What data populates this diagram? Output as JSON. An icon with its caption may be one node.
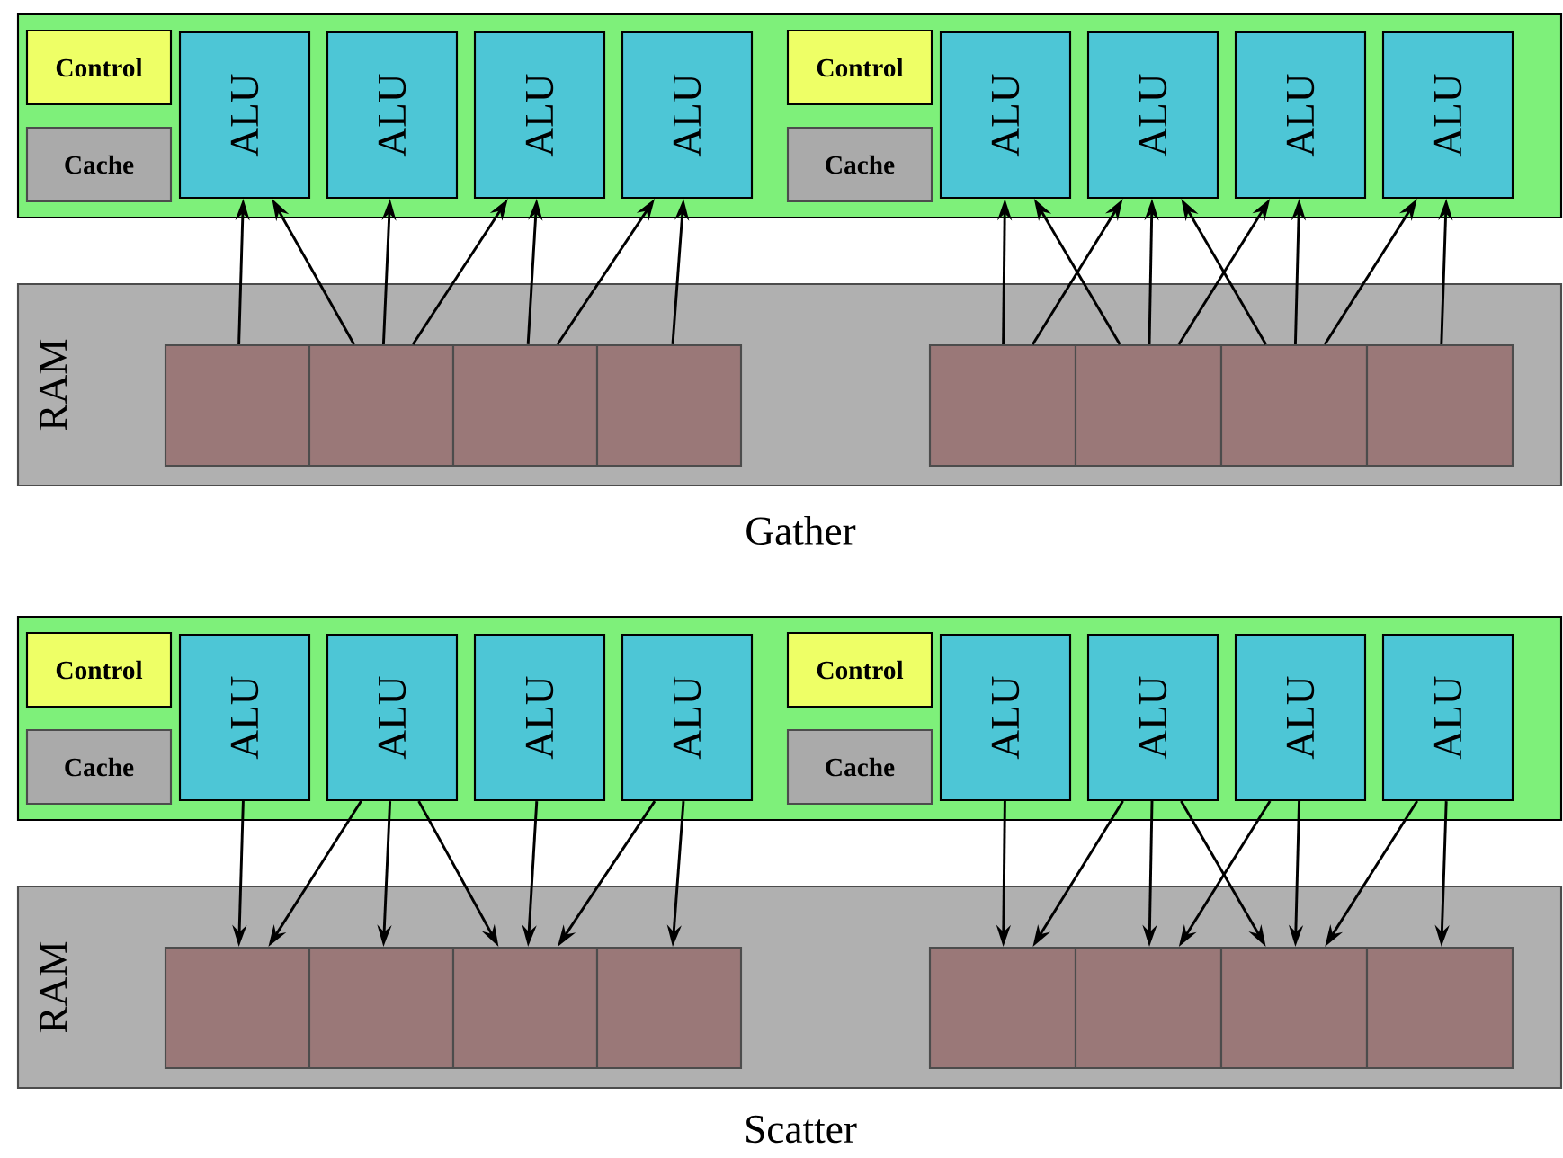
{
  "diagram": {
    "nodes": [
      {
        "text": [],
        "shape": "box"
      },
      {
        "text": [
          "Control"
        ],
        "in": 0
      },
      {
        "text": [
          "Cache"
        ],
        "in": 0
      },
      {
        "text": [
          "ALU"
        ],
        "in": 0
      },
      {
        "text": [
          "ALU"
        ],
        "in": 0
      },
      {
        "text": [
          "ALU"
        ],
        "in": 0
      },
      {
        "text": [
          "ALU"
        ],
        "in": 0
      },
      {
        "text": [
          "Control"
        ],
        "in": 0
      },
      {
        "text": [
          "Cache"
        ],
        "in": 0
      },
      {
        "text": [
          "ALU"
        ],
        "in": 0
      },
      {
        "text": [
          "ALU"
        ],
        "in": 0
      },
      {
        "text": [
          "ALU"
        ],
        "in": 0
      },
      {
        "text": [
          "ALU"
        ],
        "in": 0
      },
      {
        "text": [
          "RAM"
        ]
      },
      {
        "text": [],
        "shape": "box",
        "in": 13
      },
      {
        "text": [],
        "shape": "box",
        "in": 13
      },
      {
        "text": [],
        "shape": "box",
        "in": 13
      },
      {
        "text": [],
        "shape": "box",
        "in": 13
      },
      {
        "text": [],
        "shape": "box",
        "in": 13
      },
      {
        "text": [],
        "shape": "box",
        "in": 13
      },
      {
        "text": [],
        "shape": "box",
        "in": 13
      },
      {
        "text": [],
        "shape": "box",
        "in": 13
      },
      {
        "text": [],
        "shape": "box"
      },
      {
        "text": [
          "Control"
        ],
        "in": 22
      },
      {
        "text": [
          "Cache"
        ],
        "in": 22
      },
      {
        "text": [
          "ALU"
        ],
        "in": 22
      },
      {
        "text": [
          "ALU"
        ],
        "in": 22
      },
      {
        "text": [
          "ALU"
        ],
        "in": 22
      },
      {
        "text": [
          "ALU"
        ],
        "in": 22
      },
      {
        "text": [
          "Control"
        ],
        "in": 22
      },
      {
        "text": [
          "Cache"
        ],
        "in": 22
      },
      {
        "text": [
          "ALU"
        ],
        "in": 22
      },
      {
        "text": [
          "ALU"
        ],
        "in": 22
      },
      {
        "text": [
          "ALU"
        ],
        "in": 22
      },
      {
        "text": [
          "ALU"
        ],
        "in": 22
      },
      {
        "text": [
          "RAM"
        ]
      },
      {
        "text": [],
        "shape": "box",
        "in": 35
      },
      {
        "text": [],
        "shape": "box",
        "in": 35
      },
      {
        "text": [],
        "shape": "box",
        "in": 35
      },
      {
        "text": [],
        "shape": "box",
        "in": 35
      },
      {
        "text": [],
        "shape": "box",
        "in": 35
      },
      {
        "text": [],
        "shape": "box",
        "in": 35
      },
      {
        "text": [],
        "shape": "box",
        "in": 35
      },
      {
        "text": [],
        "shape": "box",
        "in": 35
      }
    ],
    "edges": [
      {
        "from": 14,
        "to": 3,
        "arrow": "to"
      },
      {
        "from": 15,
        "to": 3,
        "arrow": "to"
      },
      {
        "from": 15,
        "to": 4,
        "arrow": "to"
      },
      {
        "from": 15,
        "to": 5,
        "arrow": "to"
      },
      {
        "from": 16,
        "to": 5,
        "arrow": "to"
      },
      {
        "from": 16,
        "to": 6,
        "arrow": "to"
      },
      {
        "from": 17,
        "to": 6,
        "arrow": "to"
      },
      {
        "from": 18,
        "to": 9,
        "arrow": "to"
      },
      {
        "from": 18,
        "to": 10,
        "arrow": "to"
      },
      {
        "from": 19,
        "to": 9,
        "arrow": "to"
      },
      {
        "from": 19,
        "to": 10,
        "arrow": "to"
      },
      {
        "from": 19,
        "to": 11,
        "arrow": "to"
      },
      {
        "from": 20,
        "to": 10,
        "arrow": "to"
      },
      {
        "from": 20,
        "to": 11,
        "arrow": "to"
      },
      {
        "from": 20,
        "to": 12,
        "arrow": "to"
      },
      {
        "from": 21,
        "to": 12,
        "arrow": "to"
      },
      {
        "from": 25,
        "to": 36,
        "arrow": "to"
      },
      {
        "from": 26,
        "to": 36,
        "arrow": "to"
      },
      {
        "from": 26,
        "to": 37,
        "arrow": "to"
      },
      {
        "from": 26,
        "to": 38,
        "arrow": "to"
      },
      {
        "from": 27,
        "to": 38,
        "arrow": "to"
      },
      {
        "from": 28,
        "to": 38,
        "arrow": "to"
      },
      {
        "from": 28,
        "to": 39,
        "arrow": "to"
      },
      {
        "from": 31,
        "to": 40,
        "arrow": "to"
      },
      {
        "from": 32,
        "to": 40,
        "arrow": "to"
      },
      {
        "from": 32,
        "to": 41,
        "arrow": "to"
      },
      {
        "from": 32,
        "to": 42,
        "arrow": "to"
      },
      {
        "from": 33,
        "to": 41,
        "arrow": "to"
      },
      {
        "from": 33,
        "to": 42,
        "arrow": "to"
      },
      {
        "from": 34,
        "to": 42,
        "arrow": "to"
      },
      {
        "from": 34,
        "to": 43,
        "arrow": "to"
      }
    ],
    "labels": [
      "Gather",
      "Scatter"
    ]
  }
}
